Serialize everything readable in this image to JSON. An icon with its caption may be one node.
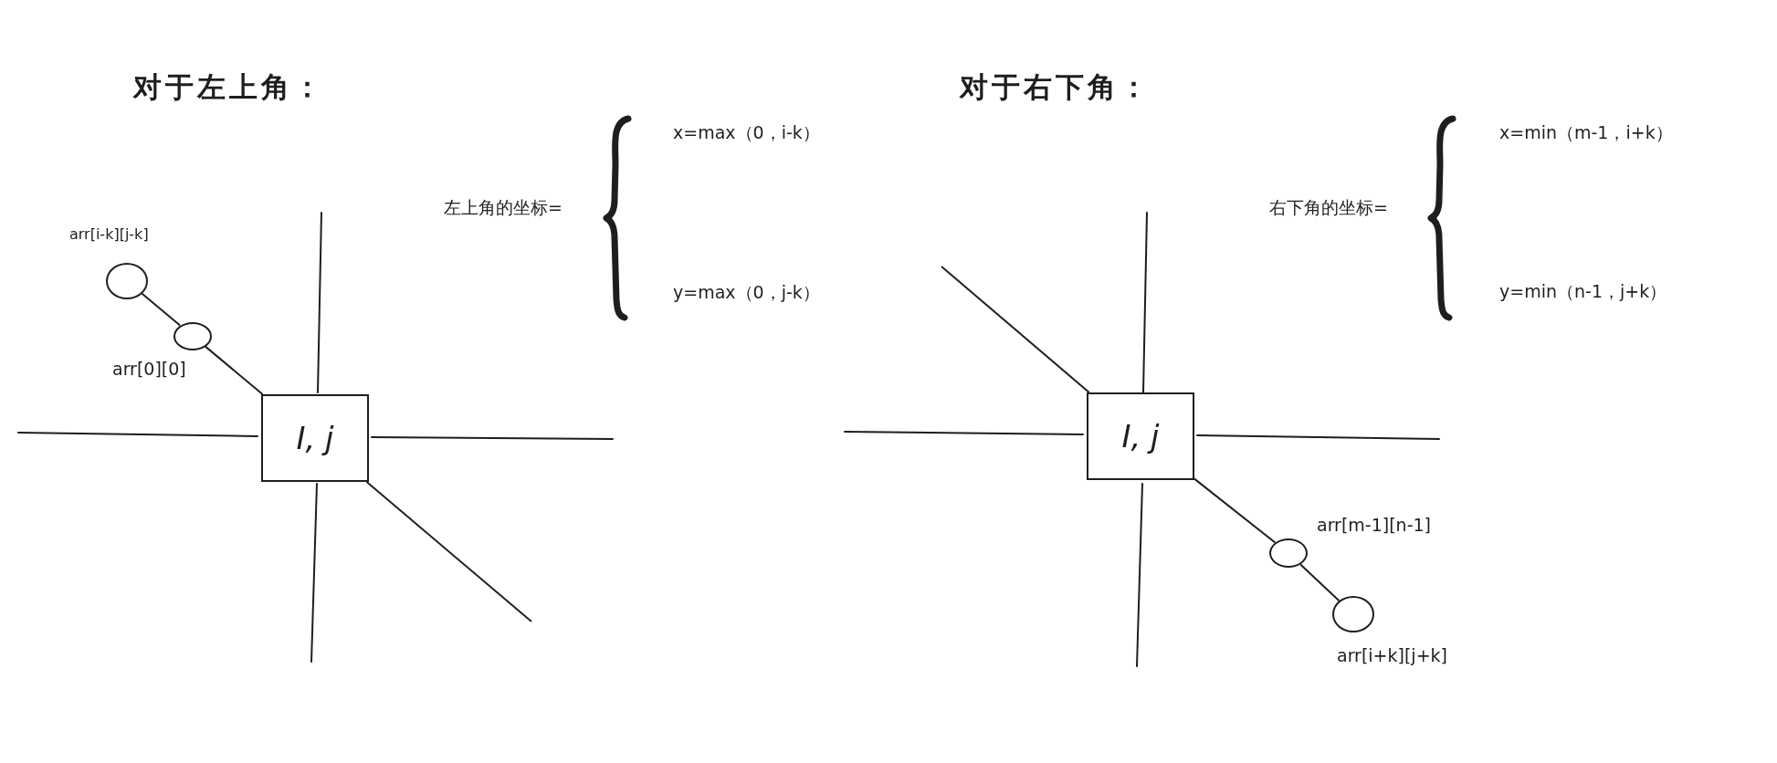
{
  "diagram": {
    "nodes": [
      {
        "text": [
          "I, j"
        ]
      },
      {
        "text": [],
        "shape": "circle",
        "beside": [
          "arr[i-k][j-k]"
        ]
      },
      {
        "text": [],
        "shape": "circle",
        "beside": [
          "arr[0][0]"
        ]
      },
      {
        "text": [
          "I, j"
        ]
      },
      {
        "text": [],
        "shape": "circle",
        "beside": [
          "arr[m-1][n-1]"
        ]
      },
      {
        "text": [],
        "shape": "circle",
        "beside": [
          "arr[i+k][j+k]"
        ]
      }
    ],
    "edges": [
      {
        "from": 1,
        "to": 2,
        "arrow": "none"
      },
      {
        "from": 2,
        "to": 0,
        "arrow": "none"
      },
      {
        "from": 0,
        "to": null,
        "arrow": "none"
      },
      {
        "from": null,
        "to": 3,
        "arrow": "none"
      },
      {
        "from": 3,
        "to": 4,
        "arrow": "none"
      },
      {
        "from": 4,
        "to": 5,
        "arrow": "none"
      }
    ],
    "labels": [
      "对于左上角：",
      "左上角的坐标=",
      "x=max（0，i-k）",
      "y=max（0，j-k）",
      "对于右下角：",
      "右下角的坐标=",
      "x=min（m-1，i+k）",
      "y=min（n-1，j+k）"
    ]
  }
}
